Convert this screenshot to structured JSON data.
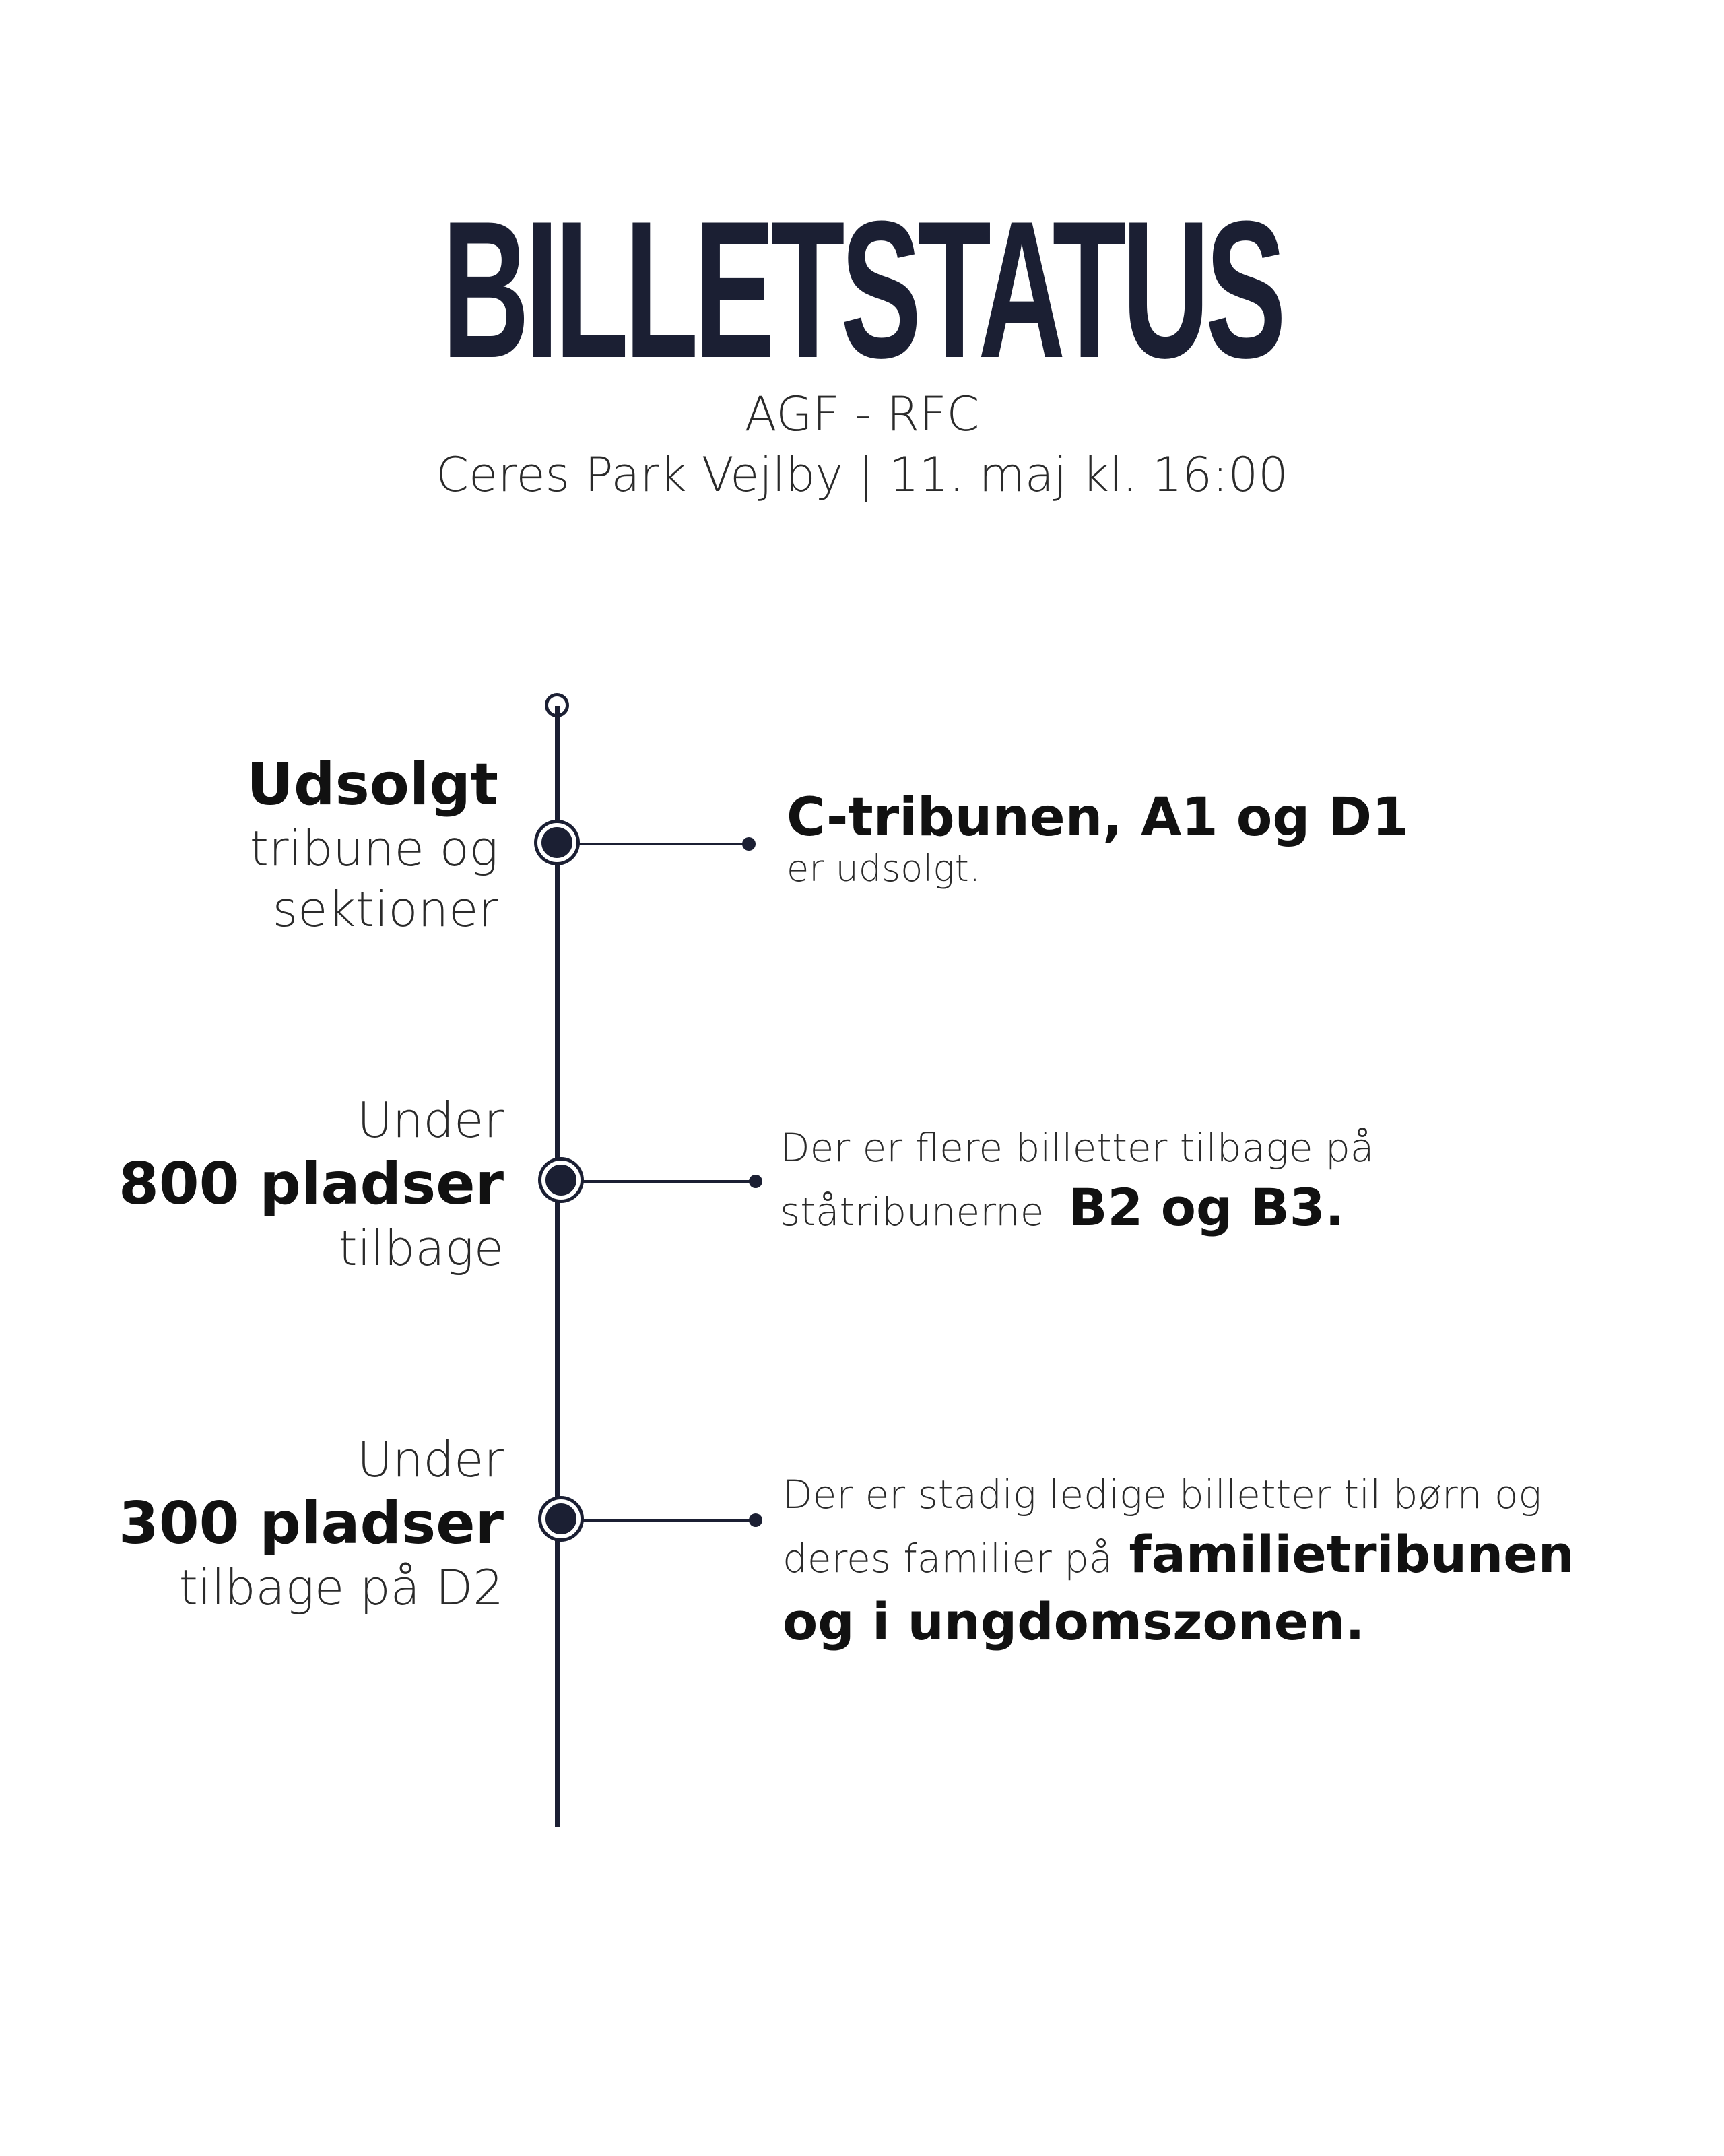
{
  "header": {
    "title": "BILLETSTATUS",
    "match": "AGF - RFC",
    "venue": "Ceres Park Vejlby | 11. maj kl. 16:00"
  },
  "timeline": {
    "items": [
      {
        "left_bold": "Udsolgt",
        "left_line1": "tribune og",
        "left_line2": "sektioner",
        "right_bold": "C-tribunen, A1 og D1",
        "right_text": "er udsolgt."
      },
      {
        "left_top": "Under",
        "left_bold": "800 pladser",
        "left_bottom": "tilbage",
        "right_line1": "Der er flere billetter tilbage på",
        "right_line2": "ståtribunerne",
        "right_bold": "B2 og B3."
      },
      {
        "left_top": "Under",
        "left_bold": "300 pladser",
        "left_bottom": "tilbage på D2",
        "right_line1": "Der er stadig ledige billetter til børn og",
        "right_line2": "deres familier på",
        "right_bold_1": "familietribunen",
        "right_bold_2": "og i ungdomszonen."
      }
    ]
  },
  "colors": {
    "navy": "#1b1f33",
    "background": "#ffffff"
  }
}
